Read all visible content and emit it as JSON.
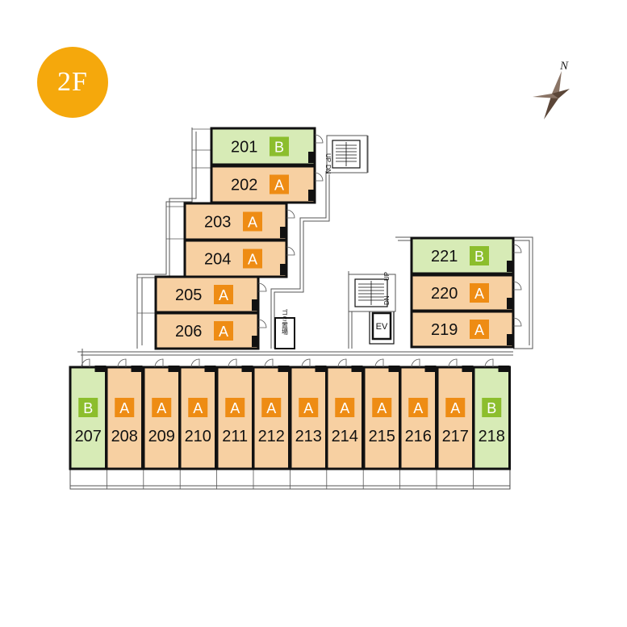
{
  "floor": {
    "label": "2F",
    "color": "#f5a80c"
  },
  "compass": {
    "north_label": "N"
  },
  "colors": {
    "type_A_fill": "#f7d0a2",
    "type_B_fill": "#d7ebb6",
    "type_A_tag": "#ee8c14",
    "type_B_tag": "#8cbe2d",
    "wall": "#111111",
    "corridor_line": "#555555"
  },
  "rooms": [
    {
      "id": "201",
      "type": "B"
    },
    {
      "id": "202",
      "type": "A"
    },
    {
      "id": "203",
      "type": "A"
    },
    {
      "id": "204",
      "type": "A"
    },
    {
      "id": "205",
      "type": "A"
    },
    {
      "id": "206",
      "type": "A"
    },
    {
      "id": "207",
      "type": "B"
    },
    {
      "id": "208",
      "type": "A"
    },
    {
      "id": "209",
      "type": "A"
    },
    {
      "id": "210",
      "type": "A"
    },
    {
      "id": "211",
      "type": "A"
    },
    {
      "id": "212",
      "type": "A"
    },
    {
      "id": "213",
      "type": "A"
    },
    {
      "id": "214",
      "type": "A"
    },
    {
      "id": "215",
      "type": "A"
    },
    {
      "id": "216",
      "type": "A"
    },
    {
      "id": "217",
      "type": "A"
    },
    {
      "id": "218",
      "type": "B"
    },
    {
      "id": "219",
      "type": "A"
    },
    {
      "id": "220",
      "type": "A"
    },
    {
      "id": "221",
      "type": "B"
    }
  ],
  "facilities": {
    "elevator": "EV",
    "stair_top": {
      "up": "UP",
      "down": "DN"
    },
    "stair_right": {
      "up": "UP",
      "down": "DN"
    },
    "trash_label": "ゴミ置場"
  }
}
